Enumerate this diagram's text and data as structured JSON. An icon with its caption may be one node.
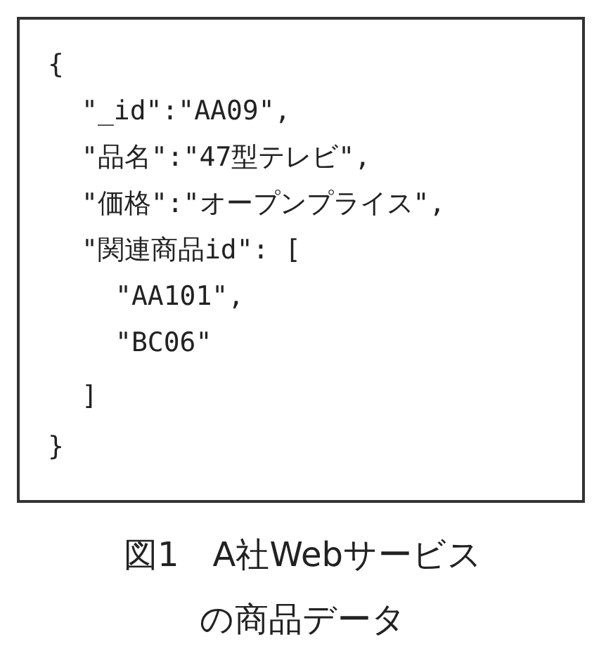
{
  "diagram": {
    "caption": "図1　A社Webサービスの商品データ",
    "nodes": [
      {
        "text": [
          "{",
          "\"_id\":\"AA09\",",
          "\"品名\":\"47型テレビ\",",
          "\"価格\":\"オープンプライス\",",
          "\"関連商品id\": [",
          "\"AA101\",",
          "\"BC06\"",
          "]",
          "}"
        ]
      }
    ],
    "edges": []
  }
}
